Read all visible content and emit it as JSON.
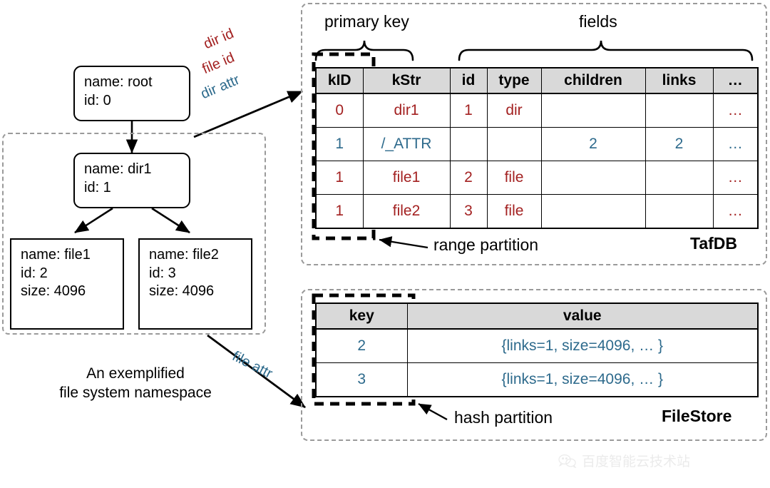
{
  "namespace": {
    "caption": "An exemplified\nfile system namespace",
    "nodes": [
      {
        "name": "root-node",
        "lines": [
          "name: root",
          "id: 0"
        ]
      },
      {
        "name": "dir1-node",
        "lines": [
          "name: dir1",
          "id: 1"
        ]
      },
      {
        "name": "file1-node",
        "lines": [
          "name: file1",
          "id: 2",
          "size: 4096"
        ]
      },
      {
        "name": "file2-node",
        "lines": [
          "name: file2",
          "id: 3",
          "size: 4096"
        ]
      }
    ],
    "mapping_labels": [
      {
        "text": "dir id",
        "color": "#a32121"
      },
      {
        "text": "file id",
        "color": "#a32121"
      },
      {
        "text": "dir attr",
        "color": "#2d6a8c"
      }
    ],
    "file_attr_label": {
      "text": "file attr",
      "color": "#2d6a8c"
    }
  },
  "tafdb": {
    "store_name": "TafDB",
    "partition_label": "range partition",
    "braces": [
      {
        "label": "primary key"
      },
      {
        "label": "fields"
      }
    ],
    "columns": [
      "kID",
      "kStr",
      "id",
      "type",
      "children",
      "links",
      "…"
    ],
    "rows": [
      {
        "color": "#a32121",
        "cells": [
          "0",
          "dir1",
          "1",
          "dir",
          "",
          "",
          "…"
        ]
      },
      {
        "color": "#2d6a8c",
        "cells": [
          "1",
          "/_ATTR",
          "",
          "",
          "2",
          "2",
          "…"
        ]
      },
      {
        "color": "#a32121",
        "cells": [
          "1",
          "file1",
          "2",
          "file",
          "",
          "",
          "…"
        ]
      },
      {
        "color": "#a32121",
        "cells": [
          "1",
          "file2",
          "3",
          "file",
          "",
          "",
          "…"
        ]
      }
    ]
  },
  "filestore": {
    "store_name": "FileStore",
    "partition_label": "hash partition",
    "columns": [
      "key",
      "value"
    ],
    "rows": [
      {
        "color": "#2d6a8c",
        "cells": [
          "2",
          "{links=1, size=4096, … }"
        ]
      },
      {
        "color": "#2d6a8c",
        "cells": [
          "3",
          "{links=1, size=4096, … }"
        ]
      }
    ]
  },
  "watermark": {
    "text": "百度智能云技术站"
  },
  "colors": {
    "red": "#a32121",
    "blue": "#2d6a8c",
    "header_bg": "#d9d9d9",
    "dashed_gray": "#9a9a9a"
  }
}
